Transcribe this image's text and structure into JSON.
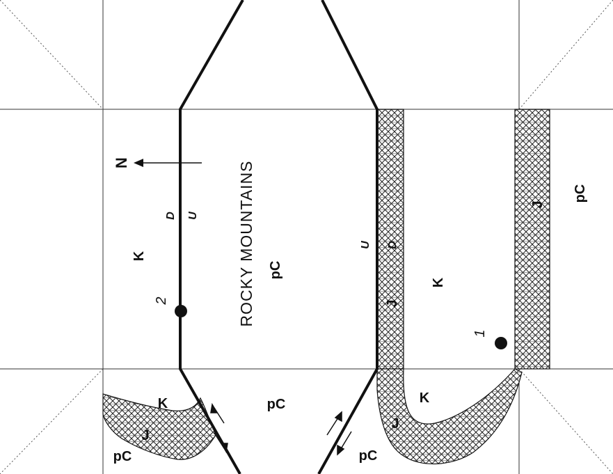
{
  "north_label": "N",
  "title": "ROCKY MOUNTAINS",
  "units": {
    "precambrian": "pC",
    "jurassic": "J",
    "cretaceous": "K"
  },
  "fault_marks": {
    "up": "U",
    "down": "D"
  },
  "sites": {
    "site_1": "1",
    "site_2": "2"
  },
  "colors": {
    "line": "#111111",
    "hatch": "#222222",
    "fold_line": "#555555"
  }
}
